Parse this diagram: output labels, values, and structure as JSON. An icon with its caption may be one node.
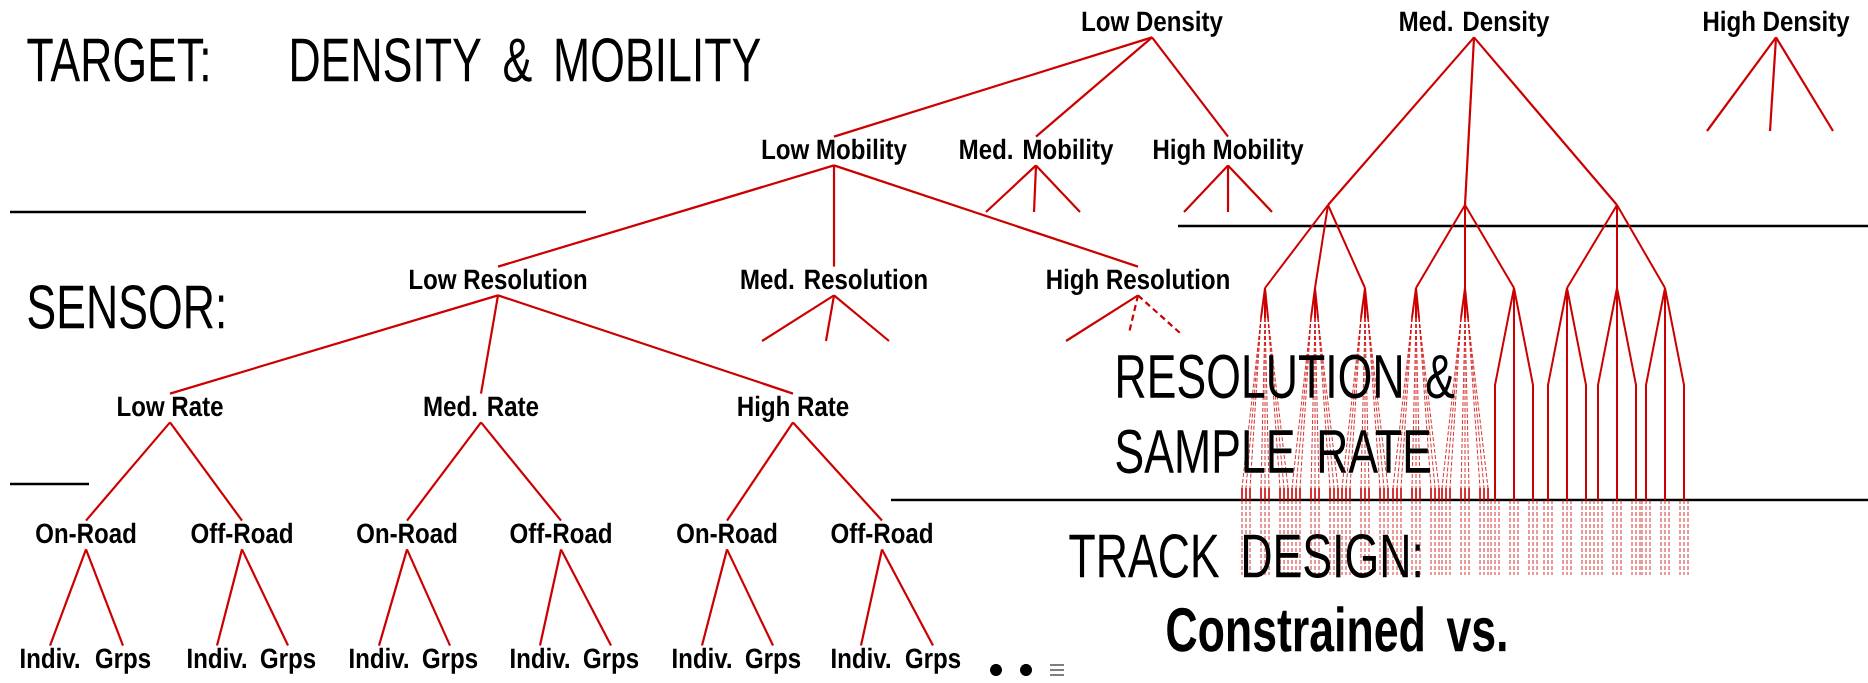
{
  "diagram": {
    "nodes": [
      {
        "text": [
          "Low Density"
        ]
      },
      {
        "text": [
          "Med. Density"
        ]
      },
      {
        "text": [
          "High Density"
        ]
      },
      {
        "text": [
          "Low Mobility"
        ]
      },
      {
        "text": [
          "Med. Mobility"
        ]
      },
      {
        "text": [
          "High Mobility"
        ]
      },
      {
        "text": [
          "Low Resolution"
        ]
      },
      {
        "text": [
          "Med. Resolution"
        ]
      },
      {
        "text": [
          "High Resolution"
        ]
      },
      {
        "text": [
          "Low Rate"
        ]
      },
      {
        "text": [
          "Med. Rate"
        ]
      },
      {
        "text": [
          "High Rate"
        ]
      },
      {
        "text": [
          "On-Road"
        ]
      },
      {
        "text": [
          "Off-Road"
        ]
      },
      {
        "text": [
          "On-Road"
        ]
      },
      {
        "text": [
          "Off-Road"
        ]
      },
      {
        "text": [
          "On-Road"
        ]
      },
      {
        "text": [
          "Off-Road"
        ]
      },
      {
        "text": [
          "Indiv."
        ]
      },
      {
        "text": [
          "Grps"
        ]
      },
      {
        "text": [
          "Indiv."
        ]
      },
      {
        "text": [
          "Grps"
        ]
      },
      {
        "text": [
          "Indiv."
        ]
      },
      {
        "text": [
          "Grps"
        ]
      },
      {
        "text": [
          "Indiv."
        ]
      },
      {
        "text": [
          "Grps"
        ]
      },
      {
        "text": [
          "Indiv."
        ]
      },
      {
        "text": [
          "Grps"
        ]
      },
      {
        "text": [
          "Indiv."
        ]
      },
      {
        "text": [
          "Grps"
        ]
      }
    ],
    "edges": [
      {
        "from": 0,
        "to": 3,
        "arrow": "none"
      },
      {
        "from": 0,
        "to": 4,
        "arrow": "none"
      },
      {
        "from": 0,
        "to": 5,
        "arrow": "none"
      },
      {
        "from": 1,
        "to": null,
        "arrow": "none"
      },
      {
        "from": 1,
        "to": null,
        "arrow": "none"
      },
      {
        "from": 1,
        "to": null,
        "arrow": "none"
      },
      {
        "from": 2,
        "to": null,
        "arrow": "none"
      },
      {
        "from": 2,
        "to": null,
        "arrow": "none"
      },
      {
        "from": 2,
        "to": null,
        "arrow": "none"
      },
      {
        "from": 3,
        "to": 6,
        "arrow": "none"
      },
      {
        "from": 3,
        "to": 7,
        "arrow": "none"
      },
      {
        "from": 3,
        "to": 8,
        "arrow": "none"
      },
      {
        "from": 4,
        "to": null,
        "arrow": "none"
      },
      {
        "from": 4,
        "to": null,
        "arrow": "none"
      },
      {
        "from": 4,
        "to": null,
        "arrow": "none"
      },
      {
        "from": 5,
        "to": null,
        "arrow": "none"
      },
      {
        "from": 5,
        "to": null,
        "arrow": "none"
      },
      {
        "from": 5,
        "to": null,
        "arrow": "none"
      },
      {
        "from": 6,
        "to": 9,
        "arrow": "none"
      },
      {
        "from": 6,
        "to": 10,
        "arrow": "none"
      },
      {
        "from": 6,
        "to": 11,
        "arrow": "none"
      },
      {
        "from": 7,
        "to": null,
        "arrow": "none"
      },
      {
        "from": 7,
        "to": null,
        "arrow": "none"
      },
      {
        "from": 7,
        "to": null,
        "arrow": "none"
      },
      {
        "from": 8,
        "to": null,
        "arrow": "none"
      },
      {
        "from": 8,
        "to": null,
        "arrow": "none",
        "style": "dashed"
      },
      {
        "from": 8,
        "to": null,
        "arrow": "none",
        "style": "dashed"
      },
      {
        "from": 9,
        "to": 12,
        "arrow": "none"
      },
      {
        "from": 9,
        "to": 13,
        "arrow": "none"
      },
      {
        "from": 10,
        "to": 14,
        "arrow": "none"
      },
      {
        "from": 10,
        "to": 15,
        "arrow": "none"
      },
      {
        "from": 11,
        "to": 16,
        "arrow": "none"
      },
      {
        "from": 11,
        "to": 17,
        "arrow": "none"
      },
      {
        "from": 12,
        "to": 18,
        "arrow": "none"
      },
      {
        "from": 12,
        "to": 19,
        "arrow": "none"
      },
      {
        "from": 13,
        "to": 20,
        "arrow": "none"
      },
      {
        "from": 13,
        "to": 21,
        "arrow": "none"
      },
      {
        "from": 14,
        "to": 22,
        "arrow": "none"
      },
      {
        "from": 14,
        "to": 23,
        "arrow": "none"
      },
      {
        "from": 15,
        "to": 24,
        "arrow": "none"
      },
      {
        "from": 15,
        "to": 25,
        "arrow": "none"
      },
      {
        "from": 16,
        "to": 26,
        "arrow": "none"
      },
      {
        "from": 16,
        "to": 27,
        "arrow": "none"
      },
      {
        "from": 17,
        "to": 28,
        "arrow": "none"
      },
      {
        "from": 17,
        "to": 29,
        "arrow": "none"
      }
    ],
    "labels": [
      "TARGET:",
      "DENSITY & MOBILITY",
      "SENSOR:",
      "RESOLUTION & SAMPLE RATE",
      "TRACK DESIGN:",
      "Constrained vs."
    ]
  }
}
